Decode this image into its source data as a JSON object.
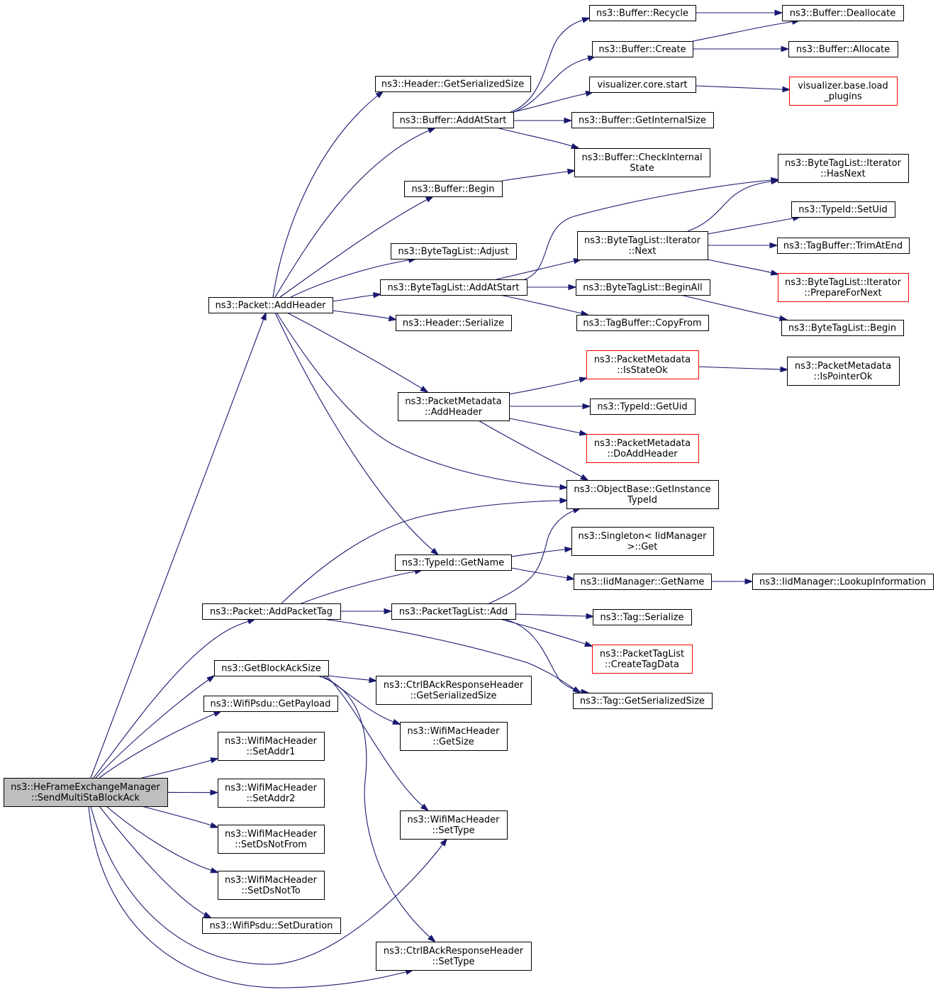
{
  "diagram": {
    "type": "call-graph",
    "root": "n0",
    "colors": {
      "edge": "#191970",
      "node_border": "#000000",
      "truncated_border": "#ff0000",
      "root_fill": "#bfbfbf"
    },
    "nodes": [
      {
        "id": "n0",
        "lines": [
          "ns3::HeFrameExchangeManager",
          "::SendMultiStaBlockAck"
        ],
        "style": "root"
      },
      {
        "id": "n1",
        "lines": [
          "ns3::Packet::AddHeader"
        ]
      },
      {
        "id": "n2",
        "lines": [
          "ns3::Packet::AddPacketTag"
        ]
      },
      {
        "id": "n3",
        "lines": [
          "ns3::GetBlockAckSize"
        ]
      },
      {
        "id": "n4",
        "lines": [
          "ns3::WifiPsdu::GetPayload"
        ]
      },
      {
        "id": "n5",
        "lines": [
          "ns3::WifiMacHeader",
          "::SetAddr1"
        ]
      },
      {
        "id": "n6",
        "lines": [
          "ns3::WifiMacHeader",
          "::SetAddr2"
        ]
      },
      {
        "id": "n7",
        "lines": [
          "ns3::WifiMacHeader",
          "::SetDsNotFrom"
        ]
      },
      {
        "id": "n8",
        "lines": [
          "ns3::WifiMacHeader",
          "::SetDsNotTo"
        ]
      },
      {
        "id": "n9",
        "lines": [
          "ns3::WifiPsdu::SetDuration"
        ]
      },
      {
        "id": "n10",
        "lines": [
          "ns3::Header::GetSerializedSize"
        ]
      },
      {
        "id": "n11",
        "lines": [
          "ns3::Buffer::AddAtStart"
        ]
      },
      {
        "id": "n12",
        "lines": [
          "ns3::Buffer::Begin"
        ]
      },
      {
        "id": "n13",
        "lines": [
          "ns3::ByteTagList::Adjust"
        ]
      },
      {
        "id": "n14",
        "lines": [
          "ns3::ByteTagList::AddAtStart"
        ]
      },
      {
        "id": "n15",
        "lines": [
          "ns3::Header::Serialize"
        ]
      },
      {
        "id": "n16",
        "lines": [
          "ns3::PacketMetadata",
          "::AddHeader"
        ]
      },
      {
        "id": "n17",
        "lines": [
          "ns3::TypeId::GetName"
        ]
      },
      {
        "id": "n18",
        "lines": [
          "ns3::PacketTagList::Add"
        ]
      },
      {
        "id": "n19",
        "lines": [
          "ns3::CtrlBAckResponseHeader",
          "::GetSerializedSize"
        ]
      },
      {
        "id": "n20",
        "lines": [
          "ns3::WifiMacHeader",
          "::GetSize"
        ]
      },
      {
        "id": "n21",
        "lines": [
          "ns3::WifiMacHeader",
          "::SetType"
        ]
      },
      {
        "id": "n22",
        "lines": [
          "ns3::CtrlBAckResponseHeader",
          "::SetType"
        ]
      },
      {
        "id": "n23",
        "lines": [
          "ns3::Buffer::Recycle"
        ]
      },
      {
        "id": "n24",
        "lines": [
          "ns3::Buffer::Create"
        ]
      },
      {
        "id": "n25",
        "lines": [
          "visualizer.core.start"
        ]
      },
      {
        "id": "n26",
        "lines": [
          "ns3::Buffer::GetInternalSize"
        ]
      },
      {
        "id": "n27",
        "lines": [
          "ns3::Buffer::CheckInternal",
          "State"
        ]
      },
      {
        "id": "n28",
        "lines": [
          "ns3::ByteTagList::Iterator",
          "::Next"
        ]
      },
      {
        "id": "n29",
        "lines": [
          "ns3::ByteTagList::BeginAll"
        ]
      },
      {
        "id": "n30",
        "lines": [
          "ns3::TagBuffer::CopyFrom"
        ]
      },
      {
        "id": "n31",
        "lines": [
          "ns3::PacketMetadata",
          "::IsStateOk"
        ],
        "style": "red"
      },
      {
        "id": "n32",
        "lines": [
          "ns3::TypeId::GetUid"
        ]
      },
      {
        "id": "n33",
        "lines": [
          "ns3::PacketMetadata",
          "::DoAddHeader"
        ],
        "style": "red"
      },
      {
        "id": "n34",
        "lines": [
          "ns3::ObjectBase::GetInstance",
          "TypeId"
        ]
      },
      {
        "id": "n35",
        "lines": [
          "ns3::Singleton< IidManager",
          " >::Get"
        ]
      },
      {
        "id": "n36",
        "lines": [
          "ns3::IidManager::GetName"
        ]
      },
      {
        "id": "n37",
        "lines": [
          "ns3::Tag::Serialize"
        ]
      },
      {
        "id": "n38",
        "lines": [
          "ns3::PacketTagList",
          "::CreateTagData"
        ],
        "style": "red"
      },
      {
        "id": "n39",
        "lines": [
          "ns3::Tag::GetSerializedSize"
        ]
      },
      {
        "id": "n40",
        "lines": [
          "ns3::Buffer::Deallocate"
        ]
      },
      {
        "id": "n41",
        "lines": [
          "ns3::Buffer::Allocate"
        ]
      },
      {
        "id": "n42",
        "lines": [
          "visualizer.base.load",
          "_plugins"
        ],
        "style": "red"
      },
      {
        "id": "n43",
        "lines": [
          "ns3::ByteTagList::Iterator",
          "::HasNext"
        ]
      },
      {
        "id": "n44",
        "lines": [
          "ns3::TypeId::SetUid"
        ]
      },
      {
        "id": "n45",
        "lines": [
          "ns3::TagBuffer::TrimAtEnd"
        ]
      },
      {
        "id": "n46",
        "lines": [
          "ns3::ByteTagList::Iterator",
          "::PrepareForNext"
        ],
        "style": "red"
      },
      {
        "id": "n47",
        "lines": [
          "ns3::ByteTagList::Begin"
        ]
      },
      {
        "id": "n48",
        "lines": [
          "ns3::PacketMetadata",
          "::IsPointerOk"
        ]
      },
      {
        "id": "n49",
        "lines": [
          "ns3::IidManager::LookupInformation"
        ]
      }
    ],
    "edges": [
      [
        "n0",
        "n1"
      ],
      [
        "n0",
        "n2"
      ],
      [
        "n0",
        "n3"
      ],
      [
        "n0",
        "n4"
      ],
      [
        "n0",
        "n5"
      ],
      [
        "n0",
        "n6"
      ],
      [
        "n0",
        "n7"
      ],
      [
        "n0",
        "n8"
      ],
      [
        "n0",
        "n9"
      ],
      [
        "n0",
        "n21"
      ],
      [
        "n0",
        "n22"
      ],
      [
        "n1",
        "n10"
      ],
      [
        "n1",
        "n11"
      ],
      [
        "n1",
        "n12"
      ],
      [
        "n1",
        "n13"
      ],
      [
        "n1",
        "n14"
      ],
      [
        "n1",
        "n15"
      ],
      [
        "n1",
        "n16"
      ],
      [
        "n1",
        "n17"
      ],
      [
        "n1",
        "n34"
      ],
      [
        "n2",
        "n34"
      ],
      [
        "n2",
        "n17"
      ],
      [
        "n2",
        "n18"
      ],
      [
        "n2",
        "n39"
      ],
      [
        "n3",
        "n19"
      ],
      [
        "n3",
        "n20"
      ],
      [
        "n3",
        "n21"
      ],
      [
        "n3",
        "n22"
      ],
      [
        "n11",
        "n23"
      ],
      [
        "n11",
        "n24"
      ],
      [
        "n11",
        "n25"
      ],
      [
        "n11",
        "n26"
      ],
      [
        "n11",
        "n27"
      ],
      [
        "n12",
        "n27"
      ],
      [
        "n14",
        "n43"
      ],
      [
        "n14",
        "n28"
      ],
      [
        "n14",
        "n29"
      ],
      [
        "n14",
        "n30"
      ],
      [
        "n16",
        "n31"
      ],
      [
        "n16",
        "n32"
      ],
      [
        "n16",
        "n33"
      ],
      [
        "n16",
        "n34"
      ],
      [
        "n17",
        "n35"
      ],
      [
        "n17",
        "n36"
      ],
      [
        "n18",
        "n34"
      ],
      [
        "n18",
        "n37"
      ],
      [
        "n18",
        "n38"
      ],
      [
        "n18",
        "n39"
      ],
      [
        "n23",
        "n40"
      ],
      [
        "n24",
        "n40"
      ],
      [
        "n24",
        "n41"
      ],
      [
        "n25",
        "n42"
      ],
      [
        "n28",
        "n43"
      ],
      [
        "n28",
        "n44"
      ],
      [
        "n28",
        "n45"
      ],
      [
        "n28",
        "n46"
      ],
      [
        "n29",
        "n47"
      ],
      [
        "n31",
        "n48"
      ],
      [
        "n36",
        "n49"
      ]
    ]
  }
}
